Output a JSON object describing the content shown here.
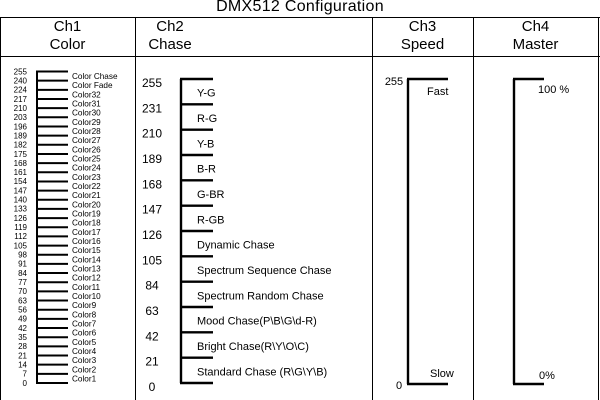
{
  "title": "DMX512  Configuration",
  "columns": [
    {
      "ch": "Ch1",
      "name": "Color"
    },
    {
      "ch": "Ch2",
      "name": "Chase"
    },
    {
      "ch": "Ch3",
      "name": "Speed"
    },
    {
      "ch": "Ch4",
      "name": "Master"
    }
  ],
  "ch1": {
    "values": [
      255,
      240,
      224,
      217,
      210,
      203,
      196,
      189,
      182,
      175,
      168,
      161,
      154,
      147,
      140,
      133,
      126,
      119,
      112,
      105,
      98,
      91,
      84,
      77,
      70,
      63,
      56,
      49,
      42,
      35,
      28,
      21,
      14,
      7,
      0
    ],
    "labels": [
      "Color Chase",
      "Color Fade",
      "Color32",
      "Color31",
      "Color30",
      "Color29",
      "Color28",
      "Color27",
      "Color26",
      "Color25",
      "Color24",
      "Color23",
      "Color22",
      "Color21",
      "Color20",
      "Color19",
      "Color18",
      "Color17",
      "Color16",
      "Color15",
      "Color14",
      "Color13",
      "Color12",
      "Color11",
      "Color10",
      "Color9",
      "Color8",
      "Color7",
      "Color6",
      "Color5",
      "Color4",
      "Color3",
      "Color2",
      "Color1"
    ]
  },
  "ch2": {
    "values": [
      255,
      231,
      210,
      189,
      168,
      147,
      126,
      105,
      84,
      63,
      42,
      21,
      0
    ],
    "labels": [
      "Y-G",
      "R-G",
      "Y-B",
      "B-R",
      "G-BR",
      "R-GB",
      "Dynamic Chase",
      "Spectrum Sequence Chase",
      "Spectrum Random Chase",
      "Mood Chase(P\\B\\G\\d-R)",
      "Bright Chase(R\\Y\\O\\C)",
      "Standard Chase (R\\G\\Y\\B)"
    ]
  },
  "ch3": {
    "top_value": "255",
    "bottom_value": "0",
    "top_label": "Fast",
    "bottom_label": "Slow"
  },
  "ch4": {
    "top_label": "100 %",
    "bottom_label": "0%"
  }
}
